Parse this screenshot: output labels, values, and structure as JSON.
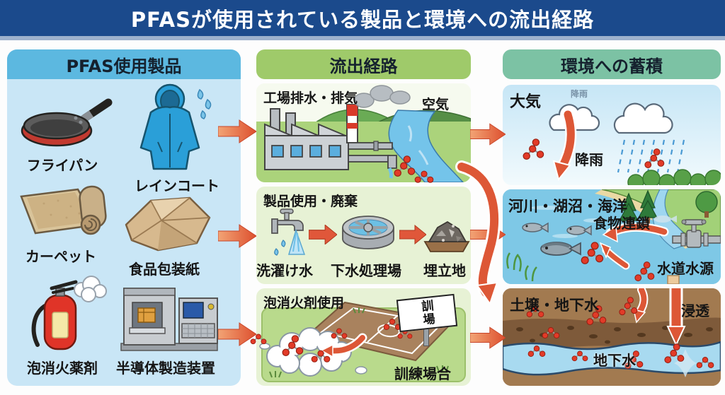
{
  "title": "PFASが使用されている製品と環境への流出経路",
  "left_panel": {
    "header": "PFAS使用製品",
    "items": [
      {
        "label": "フライパン",
        "icon": "frying-pan"
      },
      {
        "label": "レインコート",
        "icon": "raincoat"
      },
      {
        "label": "カーペット",
        "icon": "carpet"
      },
      {
        "label": "食品包装紙",
        "icon": "food-wrapping-paper"
      },
      {
        "label": "泡消火薬剤",
        "icon": "fire-extinguisher"
      },
      {
        "label": "半導体製造装置",
        "icon": "semiconductor-equipment"
      }
    ]
  },
  "middle_panel": {
    "header": "流出経路",
    "factory_section": {
      "title": "工場排水・排気",
      "air_label": "空気"
    },
    "product_section": {
      "title": "製品使用・廃棄",
      "steps": [
        {
          "label": "洗濯け水"
        },
        {
          "label": "下水処理場"
        },
        {
          "label": "埋立地"
        }
      ]
    },
    "foam_section": {
      "title": "泡消火剤使用",
      "sign_label": "訓場",
      "field_label": "訓練場合"
    }
  },
  "right_panel": {
    "header": "環境への蓄積",
    "atmosphere_section": {
      "title": "大気",
      "cloud_label": "降雨",
      "rain_label": "降雨"
    },
    "water_section": {
      "title": "河川・湖沼・海洋",
      "food_chain_label": "食物連鎖",
      "water_source_label": "水道水源"
    },
    "soil_section": {
      "title": "土壌・地下水",
      "seep_label": "浸透",
      "groundwater_label": "地下水"
    }
  },
  "colors": {
    "title_bar": "#1b4a8c",
    "left_header": "#5cb8e0",
    "left_body": "#c9e6f6",
    "middle_header": "#9fca6a",
    "right_header": "#7cc2a4",
    "section_bg": "#e7f2d5",
    "arrow": "#dd5736",
    "molecule": "#e23b28"
  }
}
